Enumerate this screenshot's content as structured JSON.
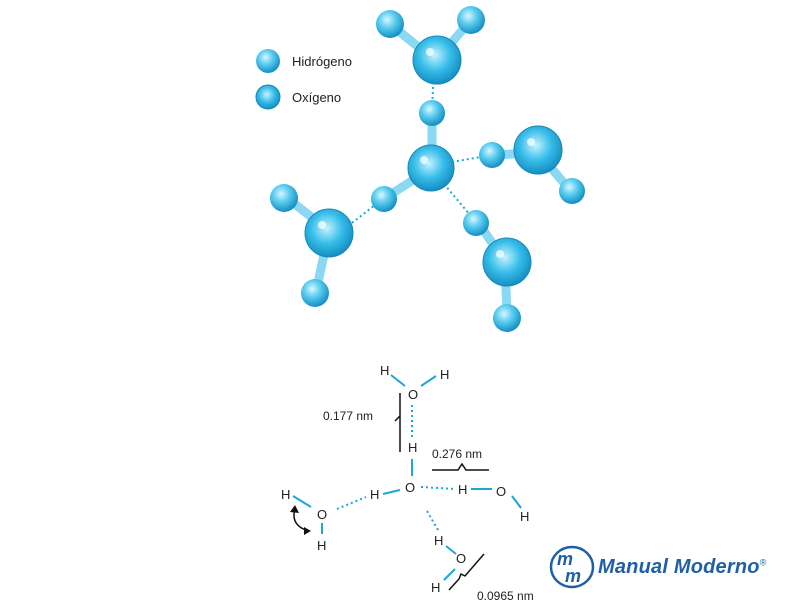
{
  "legend": {
    "hydrogen": "Hidrógeno",
    "oxygen": "Oxígeno"
  },
  "structural": {
    "h": "H",
    "o": "O",
    "measure_hbond": "0.177 nm",
    "measure_oo": "0.276 nm",
    "measure_oh": "0.0965 nm"
  },
  "brand": {
    "name": "Manual Moderno",
    "mark": "®",
    "monogram_top": "m",
    "monogram_bottom": "m"
  },
  "colors": {
    "atom_light": "#bfefff",
    "atom_mid": "#3fc3ec",
    "atom_dark": "#1592c4",
    "bond_blue": "#1aa7d6",
    "brand_blue": "#1f5fa8"
  }
}
